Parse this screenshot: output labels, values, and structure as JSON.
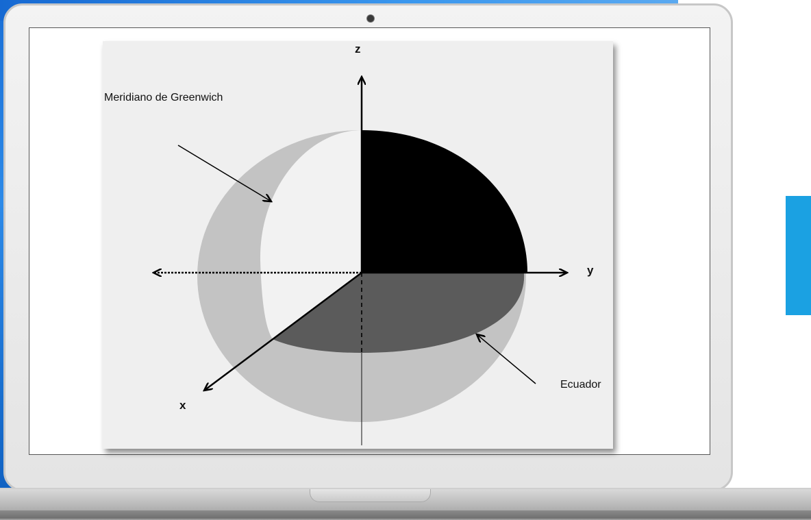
{
  "diagram": {
    "axis_labels": {
      "z": "z",
      "y": "y",
      "x": "x"
    },
    "annotations": {
      "greenwich": "Meridiano de Greenwich",
      "equator": "Ecuador"
    }
  },
  "colors": {
    "page_accent": "#1ba1e2",
    "sphere_shell": "#c3c3c3",
    "meridian_face": "#f2f2f2",
    "upper_quadrant": "#000000",
    "equator_plane": "#5b5b5b",
    "figure_background": "#efefef"
  }
}
